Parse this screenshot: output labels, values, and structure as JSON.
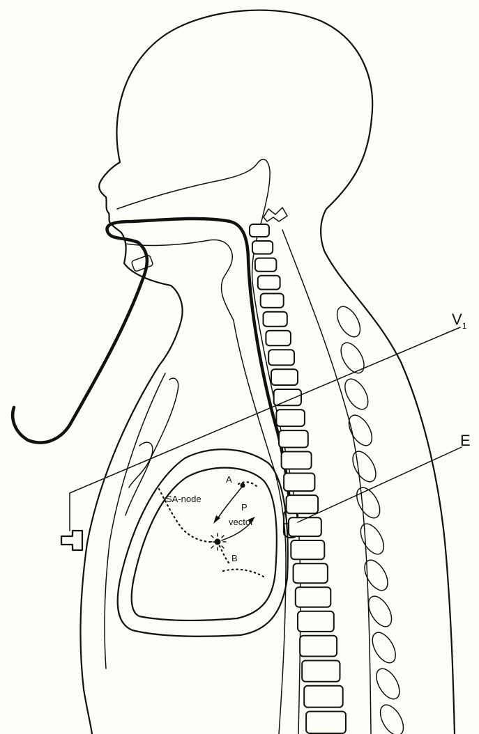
{
  "labels": {
    "v1": "V",
    "v1_sub": "1",
    "e": "E",
    "sa_node": "SA-node",
    "a": "A",
    "p": "P",
    "vector": "vector",
    "b": "B"
  }
}
